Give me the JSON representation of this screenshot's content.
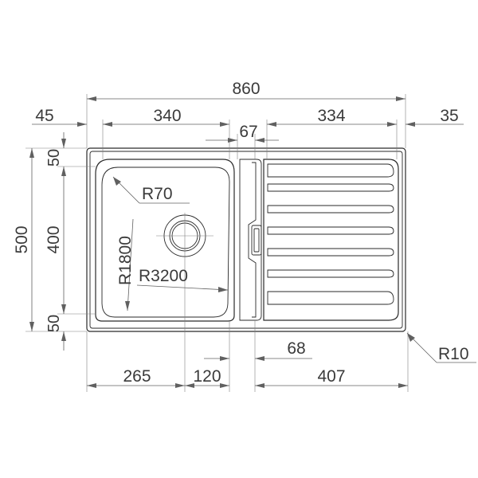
{
  "dimensions": {
    "overall_width": "860",
    "left_margin": "45",
    "bowl_width": "340",
    "divider_width": "67",
    "drainer_width": "334",
    "right_margin": "35",
    "overall_height": "500",
    "bowl_height": "400",
    "top_margin": "50",
    "bottom_margin": "50",
    "drain_offset": "265",
    "bowl_offset": "120",
    "overflow_offset": "68",
    "drainer_length": "407"
  },
  "radii": {
    "bowl_corner": "R70",
    "bowl_side": "R1800",
    "bowl_bottom": "R3200",
    "outer_corner": "R10"
  },
  "colors": {
    "line": "#2a2a2a",
    "dimension": "#606060",
    "text": "#3a3a3a"
  }
}
